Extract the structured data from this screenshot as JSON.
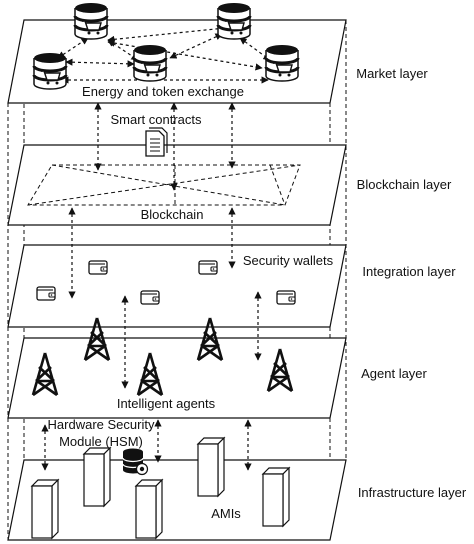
{
  "layers": [
    {
      "label": "Market layer",
      "inner": "Energy and token exchange"
    },
    {
      "label": "Blockchain layer",
      "inner": "Blockchain"
    },
    {
      "label": "Integration layer",
      "inner": "Security wallets"
    },
    {
      "label": "Agent layer",
      "inner": "Intelligent agents"
    },
    {
      "label": "Infrastructure layer",
      "inner": "AMIs"
    }
  ],
  "annotations": {
    "smart_contracts": "Smart contracts",
    "hsm_line1": "Hardware Security",
    "hsm_line2": "Module (HSM)"
  },
  "icons": {
    "market": "shopping-cart-database-icon",
    "contract": "document-icon",
    "wallet": "wallet-icon",
    "agent": "transmission-tower-icon",
    "ami": "cuboid-meter-icon",
    "hsm": "database-lock-icon"
  },
  "colors": {
    "stroke": "#111111",
    "fill": "#ffffff"
  }
}
